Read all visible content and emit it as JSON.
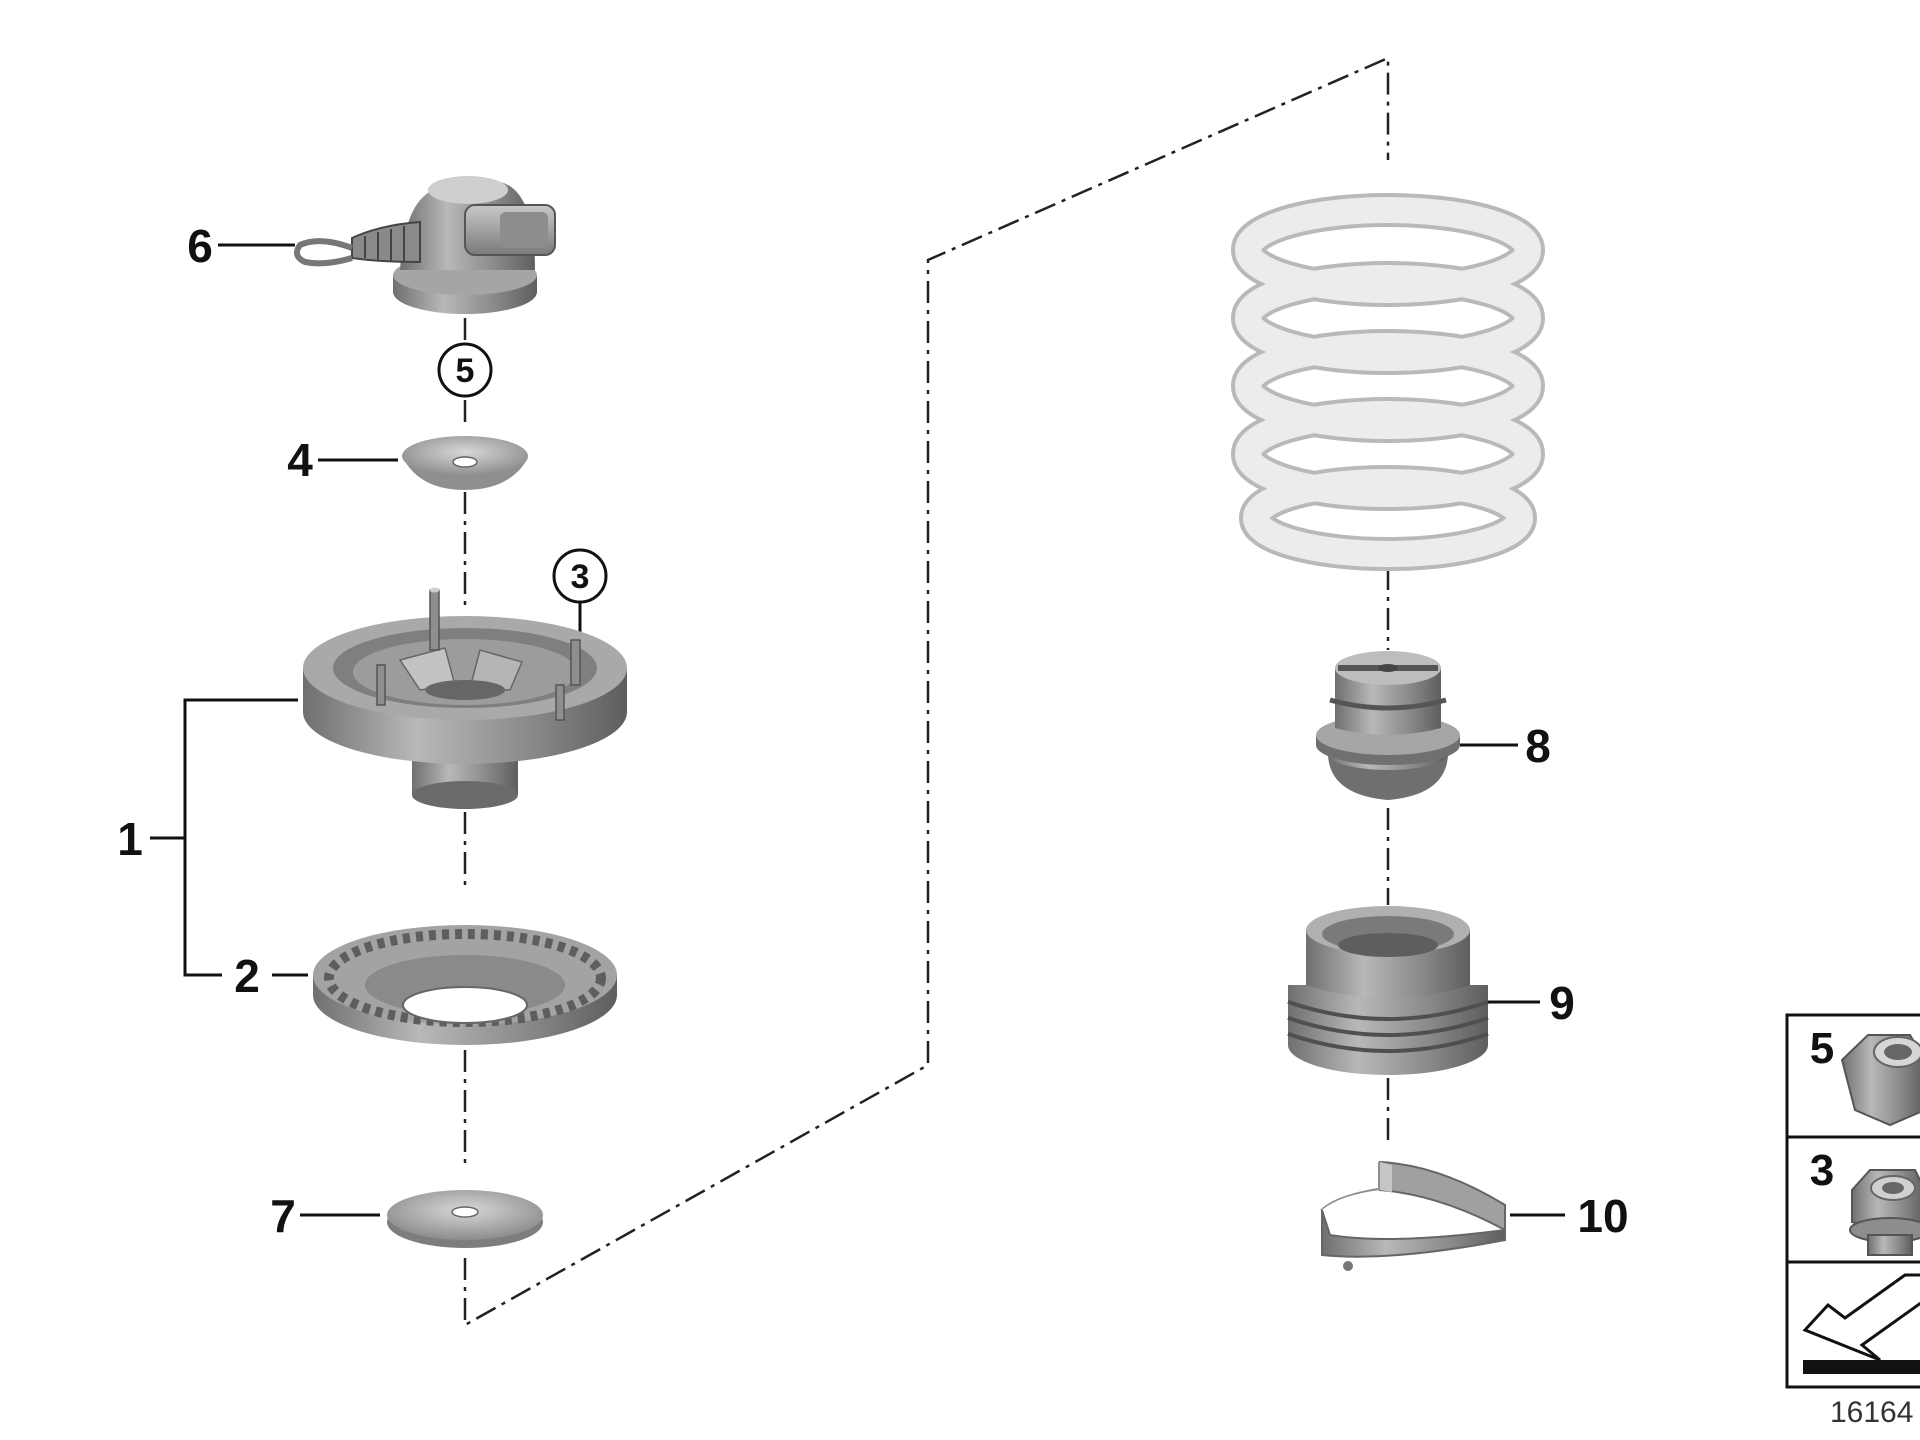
{
  "callouts": {
    "c1": "1",
    "c2": "2",
    "c3": "3",
    "c4": "4",
    "c5": "5",
    "c6": "6",
    "c7": "7",
    "c8": "8",
    "c9": "9",
    "c10": "10"
  },
  "table": {
    "row1": "5",
    "row2": "3"
  },
  "diagram_id": "16164",
  "colors": {
    "metal": "#9a9a9a",
    "metal_dark": "#6e6e6e",
    "metal_light": "#cfcfcf",
    "spring": "#e6e6e6",
    "line": "#111111"
  }
}
